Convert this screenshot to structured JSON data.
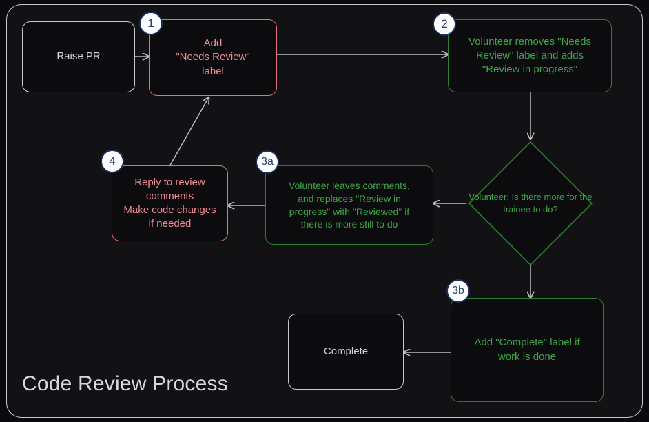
{
  "diagram": {
    "title": "Code Review Process",
    "colors": {
      "background": "#0a0a0c",
      "frame_border": "#c9c9cd",
      "neutral": "#c9c9cd",
      "red": "#ef8b94",
      "red_border": "#e0737f",
      "green": "#3fa64a",
      "green_border": "#2e7d32",
      "badge_fill": "#fdfdff",
      "badge_border": "#1d2f5e",
      "badge_text": "#27406f",
      "edge": "#bdbdc2"
    },
    "nodes": [
      {
        "id": "raise-pr",
        "style": "neutral",
        "badge": null,
        "lines": [
          "Raise PR"
        ]
      },
      {
        "id": "add-needs-review-label",
        "style": "red",
        "badge": "1",
        "lines": [
          "Add",
          "\"Needs Review\"",
          "label"
        ]
      },
      {
        "id": "volunteer-removes-label",
        "style": "green",
        "badge": "2",
        "lines": [
          "Volunteer removes \"Needs",
          "Review\" label and adds",
          "\"Review in progress\""
        ]
      },
      {
        "id": "volunteer-decision",
        "style": "diamond",
        "badge": null,
        "lines": [
          "Volunteer:",
          "Is there more for",
          "the trainee to do?"
        ]
      },
      {
        "id": "volunteer-leaves-comments",
        "style": "green",
        "badge": "3a",
        "lines": [
          "Volunteer leaves comments,",
          "and replaces \"Review in",
          "progress\" with \"Reviewed\" if",
          "there is more still to do"
        ]
      },
      {
        "id": "reply-to-review-comments",
        "style": "red",
        "badge": "4",
        "lines": [
          "Reply to review",
          "comments",
          "Make code changes",
          "if needed"
        ]
      },
      {
        "id": "add-complete-label",
        "style": "green",
        "badge": "3b",
        "lines": [
          "Add \"Complete\" label if",
          "work is done"
        ]
      },
      {
        "id": "complete",
        "style": "neutral",
        "badge": null,
        "lines": [
          "Complete"
        ]
      }
    ],
    "edges": [
      {
        "from": "raise-pr",
        "to": "add-needs-review-label"
      },
      {
        "from": "add-needs-review-label",
        "to": "volunteer-removes-label"
      },
      {
        "from": "volunteer-removes-label",
        "to": "volunteer-decision"
      },
      {
        "from": "volunteer-decision",
        "to": "volunteer-leaves-comments"
      },
      {
        "from": "volunteer-leaves-comments",
        "to": "reply-to-review-comments"
      },
      {
        "from": "reply-to-review-comments",
        "to": "add-needs-review-label"
      },
      {
        "from": "volunteer-decision",
        "to": "add-complete-label"
      },
      {
        "from": "add-complete-label",
        "to": "complete"
      }
    ]
  }
}
